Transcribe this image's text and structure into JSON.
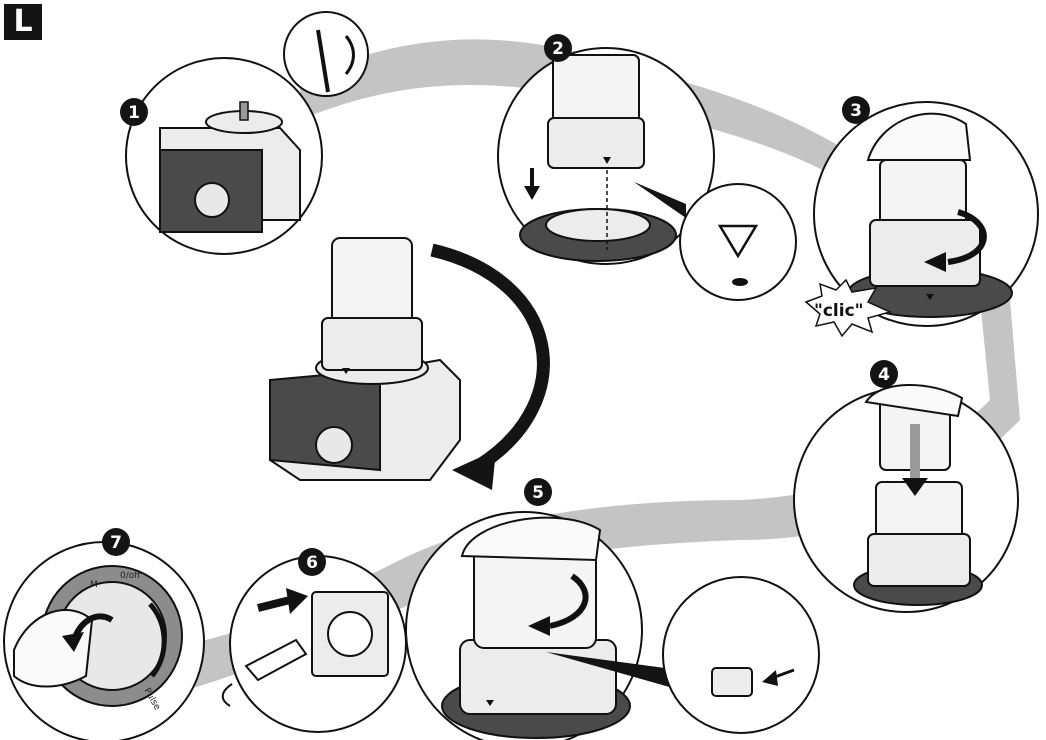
{
  "section_letter": "L",
  "steps": [
    "1",
    "2",
    "3",
    "4",
    "5",
    "6",
    "7"
  ],
  "sound_label": "\"clic\"",
  "dial_labels": {
    "m": "M",
    "off": "0/off",
    "pulse": "Pulse"
  },
  "colors": {
    "ink": "#141414",
    "path_band": "#c4c4c4",
    "base_dark": "#4a4a4a",
    "body_light": "#ececec"
  }
}
